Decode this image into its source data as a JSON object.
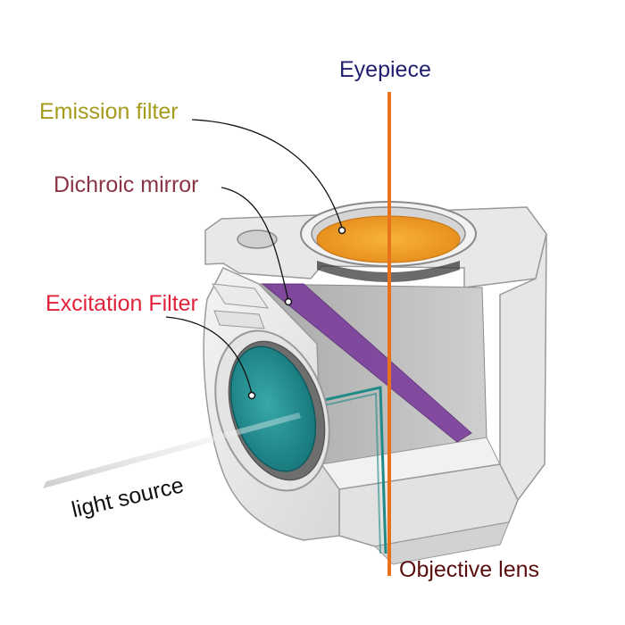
{
  "labels": {
    "eyepiece": "Eyepiece",
    "emission_filter": "Emission filter",
    "dichroic_mirror": "Dichroic mirror",
    "excitation_filter": "Excitation Filter",
    "light_source": "light source",
    "objective_lens": "Objective lens"
  },
  "colors": {
    "eyepiece": "#1f1f6e",
    "emission_filter": "#a59b1c",
    "dichroic_mirror": "#8a3447",
    "excitation_filter": "#e0223a",
    "light_source": "#111111",
    "objective_lens": "#5a1010",
    "emission_beam": "#e8721c",
    "excitation_beam": "#1f8a86",
    "mirror": "#7a3a9a",
    "emission_glass": "#f1a21e",
    "excitation_glass": "#1c8f93",
    "housing": "#d4d4d4",
    "housing_edge": "#888888"
  }
}
